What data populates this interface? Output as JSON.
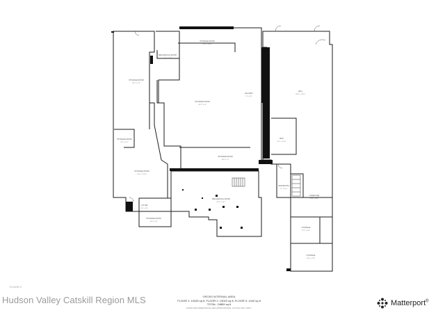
{
  "floor_tag": "FLOOR 2",
  "watermark": "Hudson Valley Catskill Region MLS",
  "area": {
    "title": "GROSS INTERNAL AREA",
    "line": "FLOOR 1: 10425 sq ft, FLOOR 2: 13022 sq ft, FLOOR 3: 1442 sq ft",
    "total": "TOTAL: 24889 sq ft",
    "disclaimer": "SIZES AND DIMENSIONS ARE APPROXIMATE, ACTUAL MAY VARY."
  },
  "brand": {
    "name": "Matterport",
    "reg": "®",
    "icon": "matterport-logo-icon"
  },
  "rooms": [
    {
      "id": "storage-west",
      "label": "STORAGE ROOM",
      "dims": "40'3\" x 17'6\""
    },
    {
      "id": "storage-top",
      "label": "STORAGE ROOM",
      "dims": "15'5\" x 10'10\""
    },
    {
      "id": "mechanical-top",
      "label": "MECHANICAL ROOM",
      "dims": "16'3\" x 10'9\""
    },
    {
      "id": "storage-center",
      "label": "STORAGE ROOM",
      "dims": "46'11\" x 33'"
    },
    {
      "id": "hallway",
      "label": "HALLWAY",
      "dims": "52' x 8'4\""
    },
    {
      "id": "hall-east",
      "label": "HALL",
      "dims": "103'2\" x 23'10\""
    },
    {
      "id": "bar",
      "label": "BAR",
      "dims": "15'2\" x 10'10\""
    },
    {
      "id": "storage-small",
      "label": "STORAGE ROOM",
      "dims": "12'4\" x 11'7\""
    },
    {
      "id": "storage-sw",
      "label": "STORAGE ROOM",
      "dims": "22'11\" x 19'10\""
    },
    {
      "id": "storage-mid",
      "label": "STORAGE ROOM",
      "dims": "40'8\" x 7'4\""
    },
    {
      "id": "mechanical-mid",
      "label": "MECHANICAL ROOM",
      "dims": "35'11\" x 29'7\""
    },
    {
      "id": "foyer",
      "label": "FOYER",
      "dims": "8'6\" x 5'11\""
    },
    {
      "id": "storage-low",
      "label": "STORAGE ROOM",
      "dims": "14'8\" x 6'4\""
    },
    {
      "id": "bathroom",
      "label": "BATHROOM",
      "dims": "7'1\" x 6'10\""
    },
    {
      "id": "staircase",
      "label": "STAIRCASE",
      "dims": "28'4\" x 10'9\""
    },
    {
      "id": "storage-se1",
      "label": "STORAGE",
      "dims": "12'2\" x 10'9\""
    },
    {
      "id": "storage-se2",
      "label": "STORAGE",
      "dims": "16'6\" x 13'8\""
    }
  ]
}
